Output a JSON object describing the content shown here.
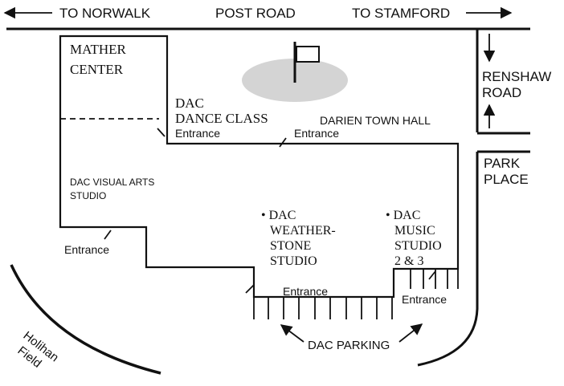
{
  "road_labels": {
    "to_norwalk": "TO NORWALK",
    "post_road": "POST ROAD",
    "to_stamford": "TO STAMFORD",
    "renshaw_1": "RENSHAW",
    "renshaw_2": "ROAD",
    "park_1": "PARK",
    "park_2": "PLACE"
  },
  "buildings": {
    "mather_1": "MATHER",
    "mather_2": "CENTER",
    "dance_1": "DAC",
    "dance_2": "DANCE CLASS",
    "town_hall": "DARIEN TOWN HALL",
    "visual_1": "DAC VISUAL ARTS",
    "visual_2": "STUDIO",
    "weather_1": "• DAC",
    "weather_2": "WEATHER-",
    "weather_3": "STONE",
    "weather_4": "STUDIO",
    "music_1": "• DAC",
    "music_2": "MUSIC",
    "music_3": "STUDIO",
    "music_4": "2 & 3"
  },
  "entrances": {
    "dance": "Entrance",
    "town_hall": "Entrance",
    "visual": "Entrance",
    "weather": "Entrance",
    "music": "Entrance"
  },
  "parking": {
    "label": "DAC PARKING"
  },
  "field": {
    "line1": "Holihan",
    "line2": "Field"
  },
  "colors": {
    "ink": "#111111",
    "green": "#d4d4d4"
  }
}
